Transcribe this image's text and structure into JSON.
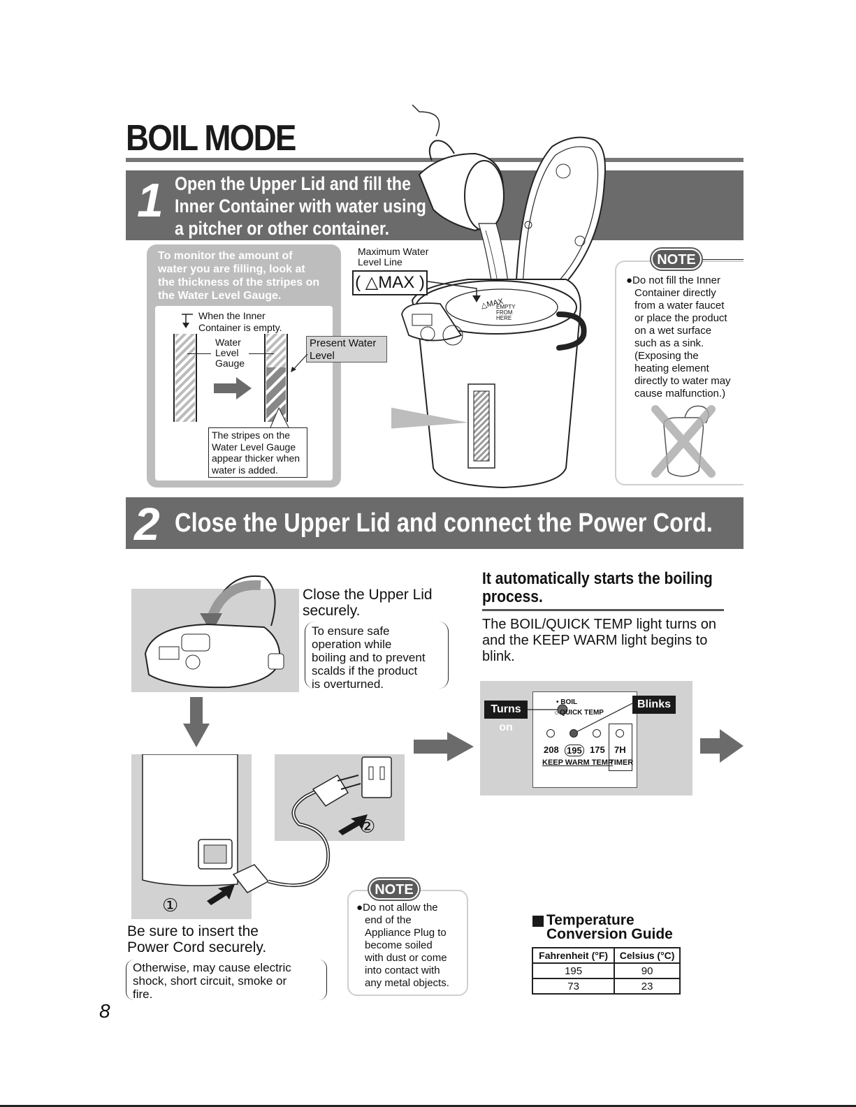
{
  "title": "BOIL MODE",
  "step1": {
    "number": "1",
    "lines": [
      "Open the Upper Lid and fill the",
      "Inner Container with water using",
      "a pitcher or other container."
    ]
  },
  "monitor": {
    "lines": [
      "To monitor the amount of",
      "water you are filling, look at",
      "the thickness of the stripes on",
      "the Water Level Gauge."
    ],
    "empty_lines": [
      "When the Inner",
      "Container is empty."
    ],
    "gauge_lines": [
      "Water",
      "Level",
      "Gauge"
    ],
    "present_lines": [
      "Present Water",
      "Level"
    ],
    "stripes_lines": [
      "The stripes on the",
      "Water Level Gauge",
      "appear thicker when",
      "water is added."
    ]
  },
  "max_label": {
    "lines": [
      "Maximum Water",
      "Level Line"
    ],
    "box": "( △MAX )",
    "inner_mark": "△MAX",
    "empty_from_here": [
      "EMPTY",
      "FROM",
      "HERE"
    ]
  },
  "note1": {
    "badge": "NOTE",
    "lines": [
      "●Do not fill the Inner",
      "Container directly",
      "from a water faucet",
      "or place the product",
      "on a wet surface",
      "such as a sink.",
      "(Exposing the",
      "heating element",
      "directly to water may",
      "cause malfunction.)"
    ]
  },
  "step2": {
    "number": "2",
    "text": "Close the Upper Lid and connect the Power Cord."
  },
  "close_lid": {
    "lines": [
      "Close the Upper Lid",
      "securely."
    ],
    "sub_lines": [
      "To ensure safe",
      "operation while",
      "boiling and to prevent",
      "scalds if the product",
      "is overturned."
    ]
  },
  "insert_cord": {
    "lines": [
      "Be sure to insert the",
      "Power Cord securely."
    ],
    "sub_lines": [
      "Otherwise, may cause electric",
      "shock, short circuit, smoke or",
      "fire."
    ],
    "step_a": "①",
    "step_b": "②"
  },
  "note2": {
    "badge": "NOTE",
    "lines": [
      "●Do not allow the",
      "end of the",
      "Appliance Plug to",
      "become soiled",
      "with dust or come",
      "into contact with",
      "any metal objects."
    ]
  },
  "auto_start": {
    "head_lines": [
      "It automatically starts the boiling",
      "process."
    ],
    "body_lines": [
      "The BOIL/QUICK TEMP light turns on",
      "and the KEEP WARM light begins to",
      "blink."
    ]
  },
  "display": {
    "turns_on": "Turns on",
    "blinks": "Blinks",
    "boil": "• BOIL",
    "quick_temp": "☼QUICK TEMP",
    "temps": [
      "208",
      "195",
      "175"
    ],
    "timer_value": "7H",
    "keep_warm": "KEEP WARM TEMP",
    "timer": "TIMER"
  },
  "conversion": {
    "head1": "Temperature",
    "head2": "Conversion Guide",
    "headers": [
      "Fahrenheit (°F)",
      "Celsius (°C)"
    ],
    "rows": [
      [
        "195",
        "90"
      ],
      [
        "73",
        "23"
      ]
    ]
  },
  "page_number": "8"
}
